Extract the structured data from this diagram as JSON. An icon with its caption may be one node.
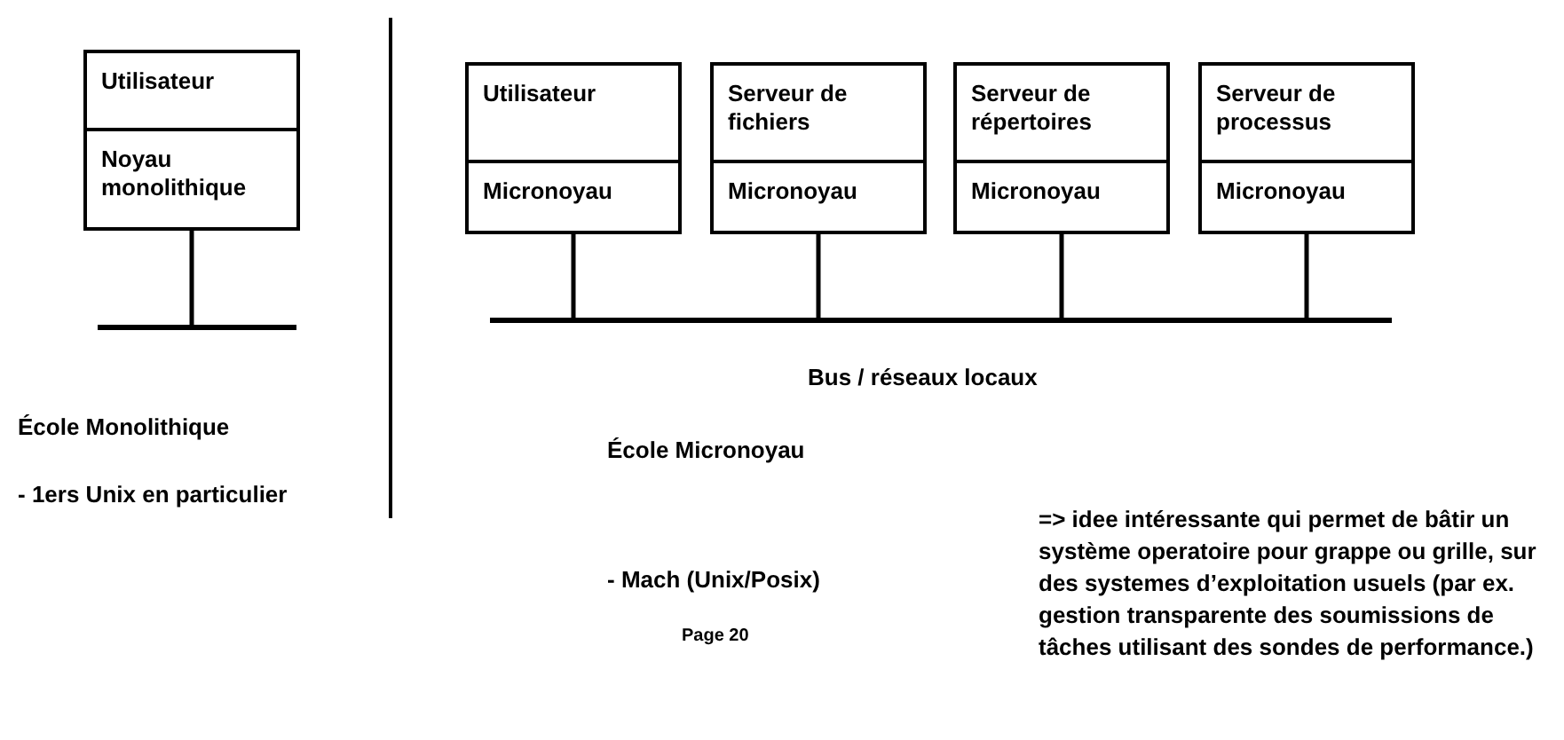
{
  "diagram": {
    "nodes": [
      {
        "text": [
          "Utilisateur"
        ]
      },
      {
        "text": [
          "Noyau monolithique"
        ]
      },
      {
        "text": [],
        "shape": "bar"
      },
      {
        "text": [
          "Utilisateur"
        ]
      },
      {
        "text": [
          "Micronoyau"
        ]
      },
      {
        "text": [
          "Serveur de fichiers"
        ]
      },
      {
        "text": [
          "Micronoyau"
        ]
      },
      {
        "text": [
          "Serveur de répertoires"
        ]
      },
      {
        "text": [
          "Micronoyau"
        ]
      },
      {
        "text": [
          "Serveur de processus"
        ]
      },
      {
        "text": [
          "Micronoyau"
        ]
      },
      {
        "text": [],
        "shape": "bar"
      }
    ],
    "edges": [
      {
        "from": 1,
        "to": 2,
        "arrow": "none"
      },
      {
        "from": 4,
        "to": 11,
        "arrow": "none"
      },
      {
        "from": 6,
        "to": 11,
        "arrow": "none"
      },
      {
        "from": 8,
        "to": 11,
        "arrow": "none"
      },
      {
        "from": 10,
        "to": 11,
        "arrow": "none"
      }
    ],
    "labels": [
      "Bus / réseaux locaux",
      "École Monolithique",
      "- 1ers Unix en particulier",
      "École Micronoyau",
      "- Mach (Unix/Posix)",
      "Page 20",
      "=> idee intéressante qui permet de bâtir un système operatoire pour grappe ou grille, sur des systemes d’exploitation usuels (par ex. gestion transparente des soumissions de tâches utilisant des sondes de performance.)"
    ]
  }
}
